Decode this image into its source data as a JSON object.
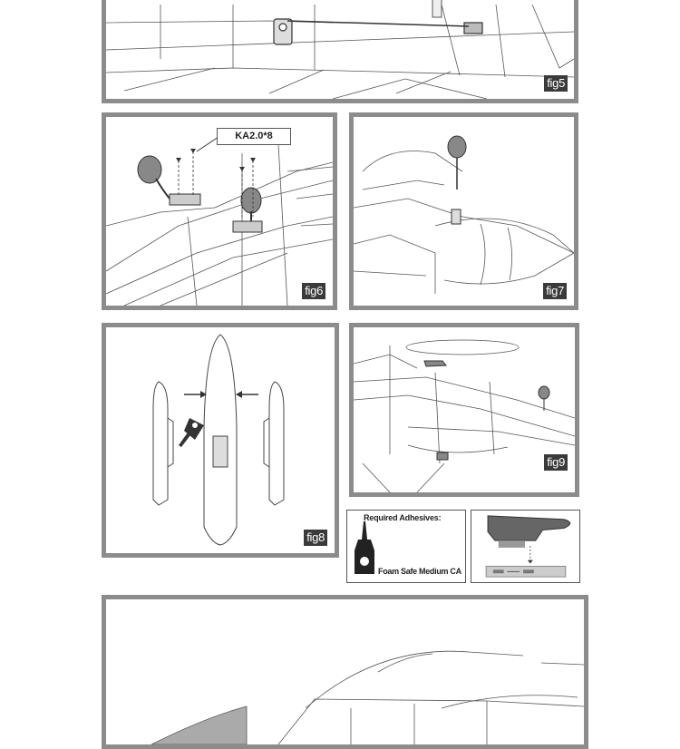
{
  "figures": {
    "fig5": {
      "label": "fig5"
    },
    "fig6": {
      "label": "fig6",
      "screw_callout": "KA2.0*8"
    },
    "fig7": {
      "label": "fig7"
    },
    "fig8": {
      "label": "fig8"
    },
    "fig9": {
      "label": "fig9"
    }
  },
  "adhesives": {
    "title": "Required Adhesives:",
    "glue": "Foam Safe Medium CA"
  },
  "colors": {
    "frame": "#8c8c8c",
    "label_bg": "#3a3a3a",
    "line": "#444444"
  }
}
